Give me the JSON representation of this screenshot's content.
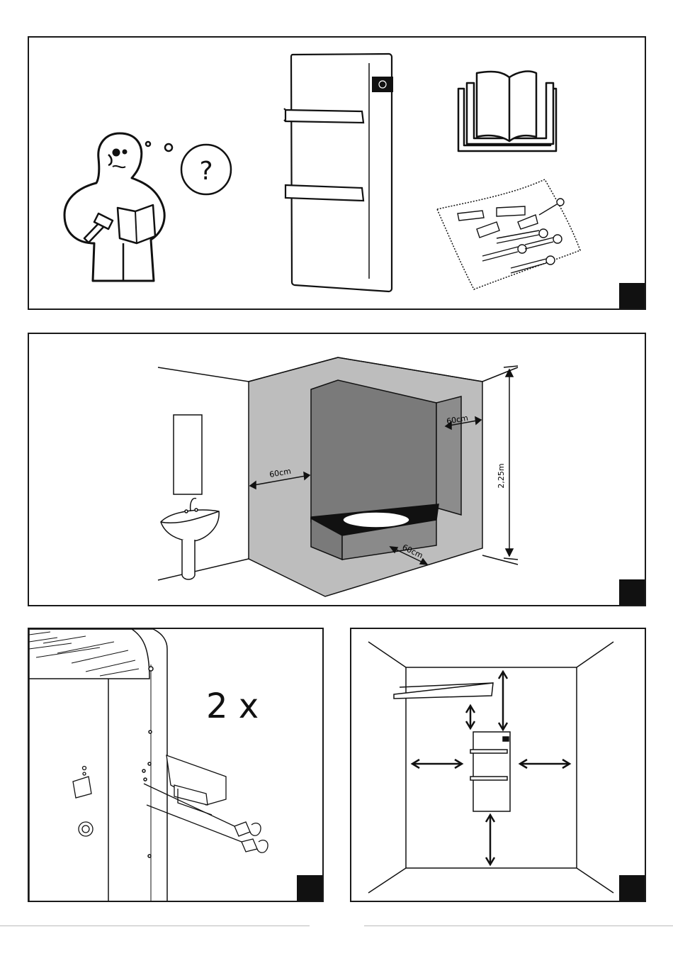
{
  "panel1": {
    "question_mark": "?"
  },
  "panel2": {
    "dim_left": "60cm",
    "dim_right": "60cm",
    "dim_floor": "60cm",
    "dim_height": "2,25m"
  },
  "panel3": {
    "quantity": "2 x"
  },
  "panel4": {}
}
